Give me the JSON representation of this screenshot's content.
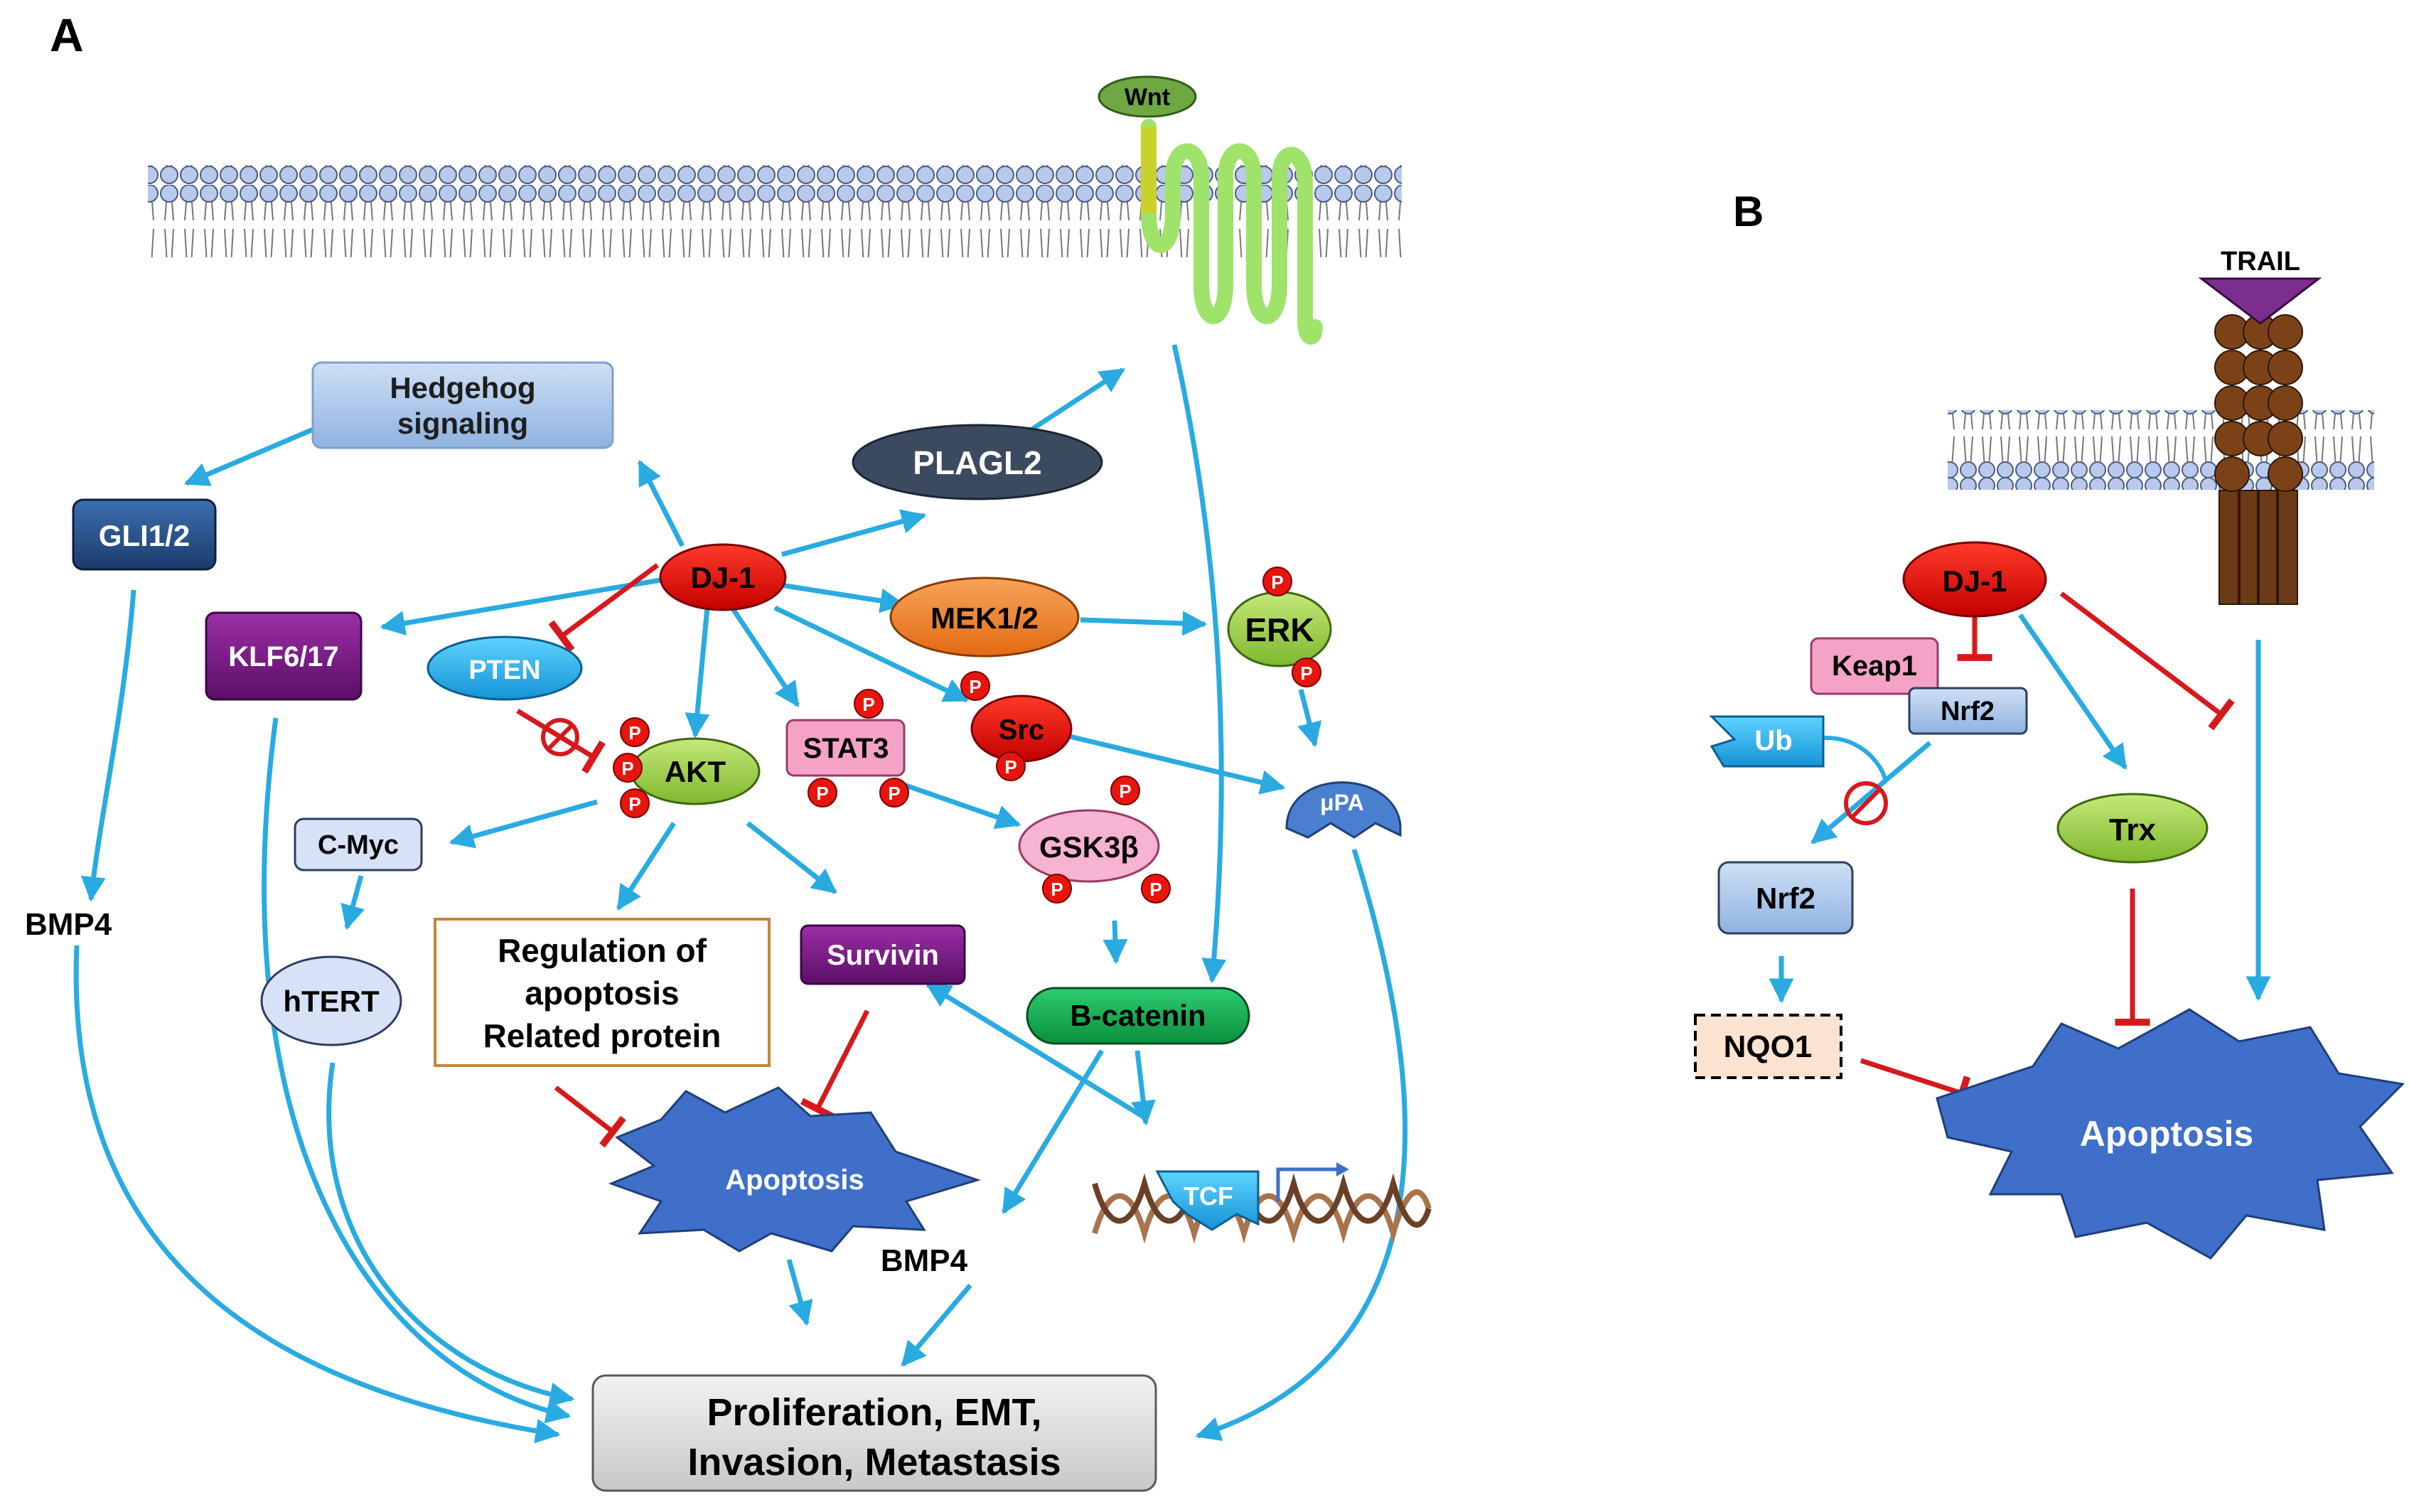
{
  "panels": {
    "a_label": "A",
    "b_label": "B"
  },
  "panel_a": {
    "wnt": "Wnt",
    "hedgehog_line1": "Hedgehog",
    "hedgehog_line2": "signaling",
    "plagl2": "PLAGL2",
    "gli": "GLI1/2",
    "dj1": "DJ-1",
    "klf": "KLF6/17",
    "pten": "PTEN",
    "mek": "MEK1/2",
    "erk": "ERK",
    "akt": "AKT",
    "stat3": "STAT3",
    "src": "Src",
    "cmyc": "C-Myc",
    "gsk": "GSK3β",
    "upa": "μPA",
    "bmp4_left": "BMP4",
    "htert": "hTERT",
    "reg_line1": "Regulation of",
    "reg_line2": "apoptosis",
    "reg_line3": "Related protein",
    "survivin": "Survivin",
    "bcatenin": "B-catenin",
    "apoptosis": "Apoptosis",
    "tcf": "TCF",
    "bmp4_center": "BMP4",
    "outcome_line1": "Proliferation, EMT,",
    "outcome_line2": "Invasion, Metastasis",
    "phospho": "P"
  },
  "panel_b": {
    "trail": "TRAIL",
    "dj1": "DJ-1",
    "keap1": "Keap1",
    "nrf2_bound": "Nrf2",
    "ub": "Ub",
    "trx": "Trx",
    "nrf2": "Nrf2",
    "nqo1": "NQO1",
    "apoptosis": "Apoptosis"
  },
  "colors": {
    "activation": "#29abe2",
    "inhibition": "#d7191c",
    "dj1": "#e8150f",
    "apoptosis": "#3f6fc8"
  }
}
